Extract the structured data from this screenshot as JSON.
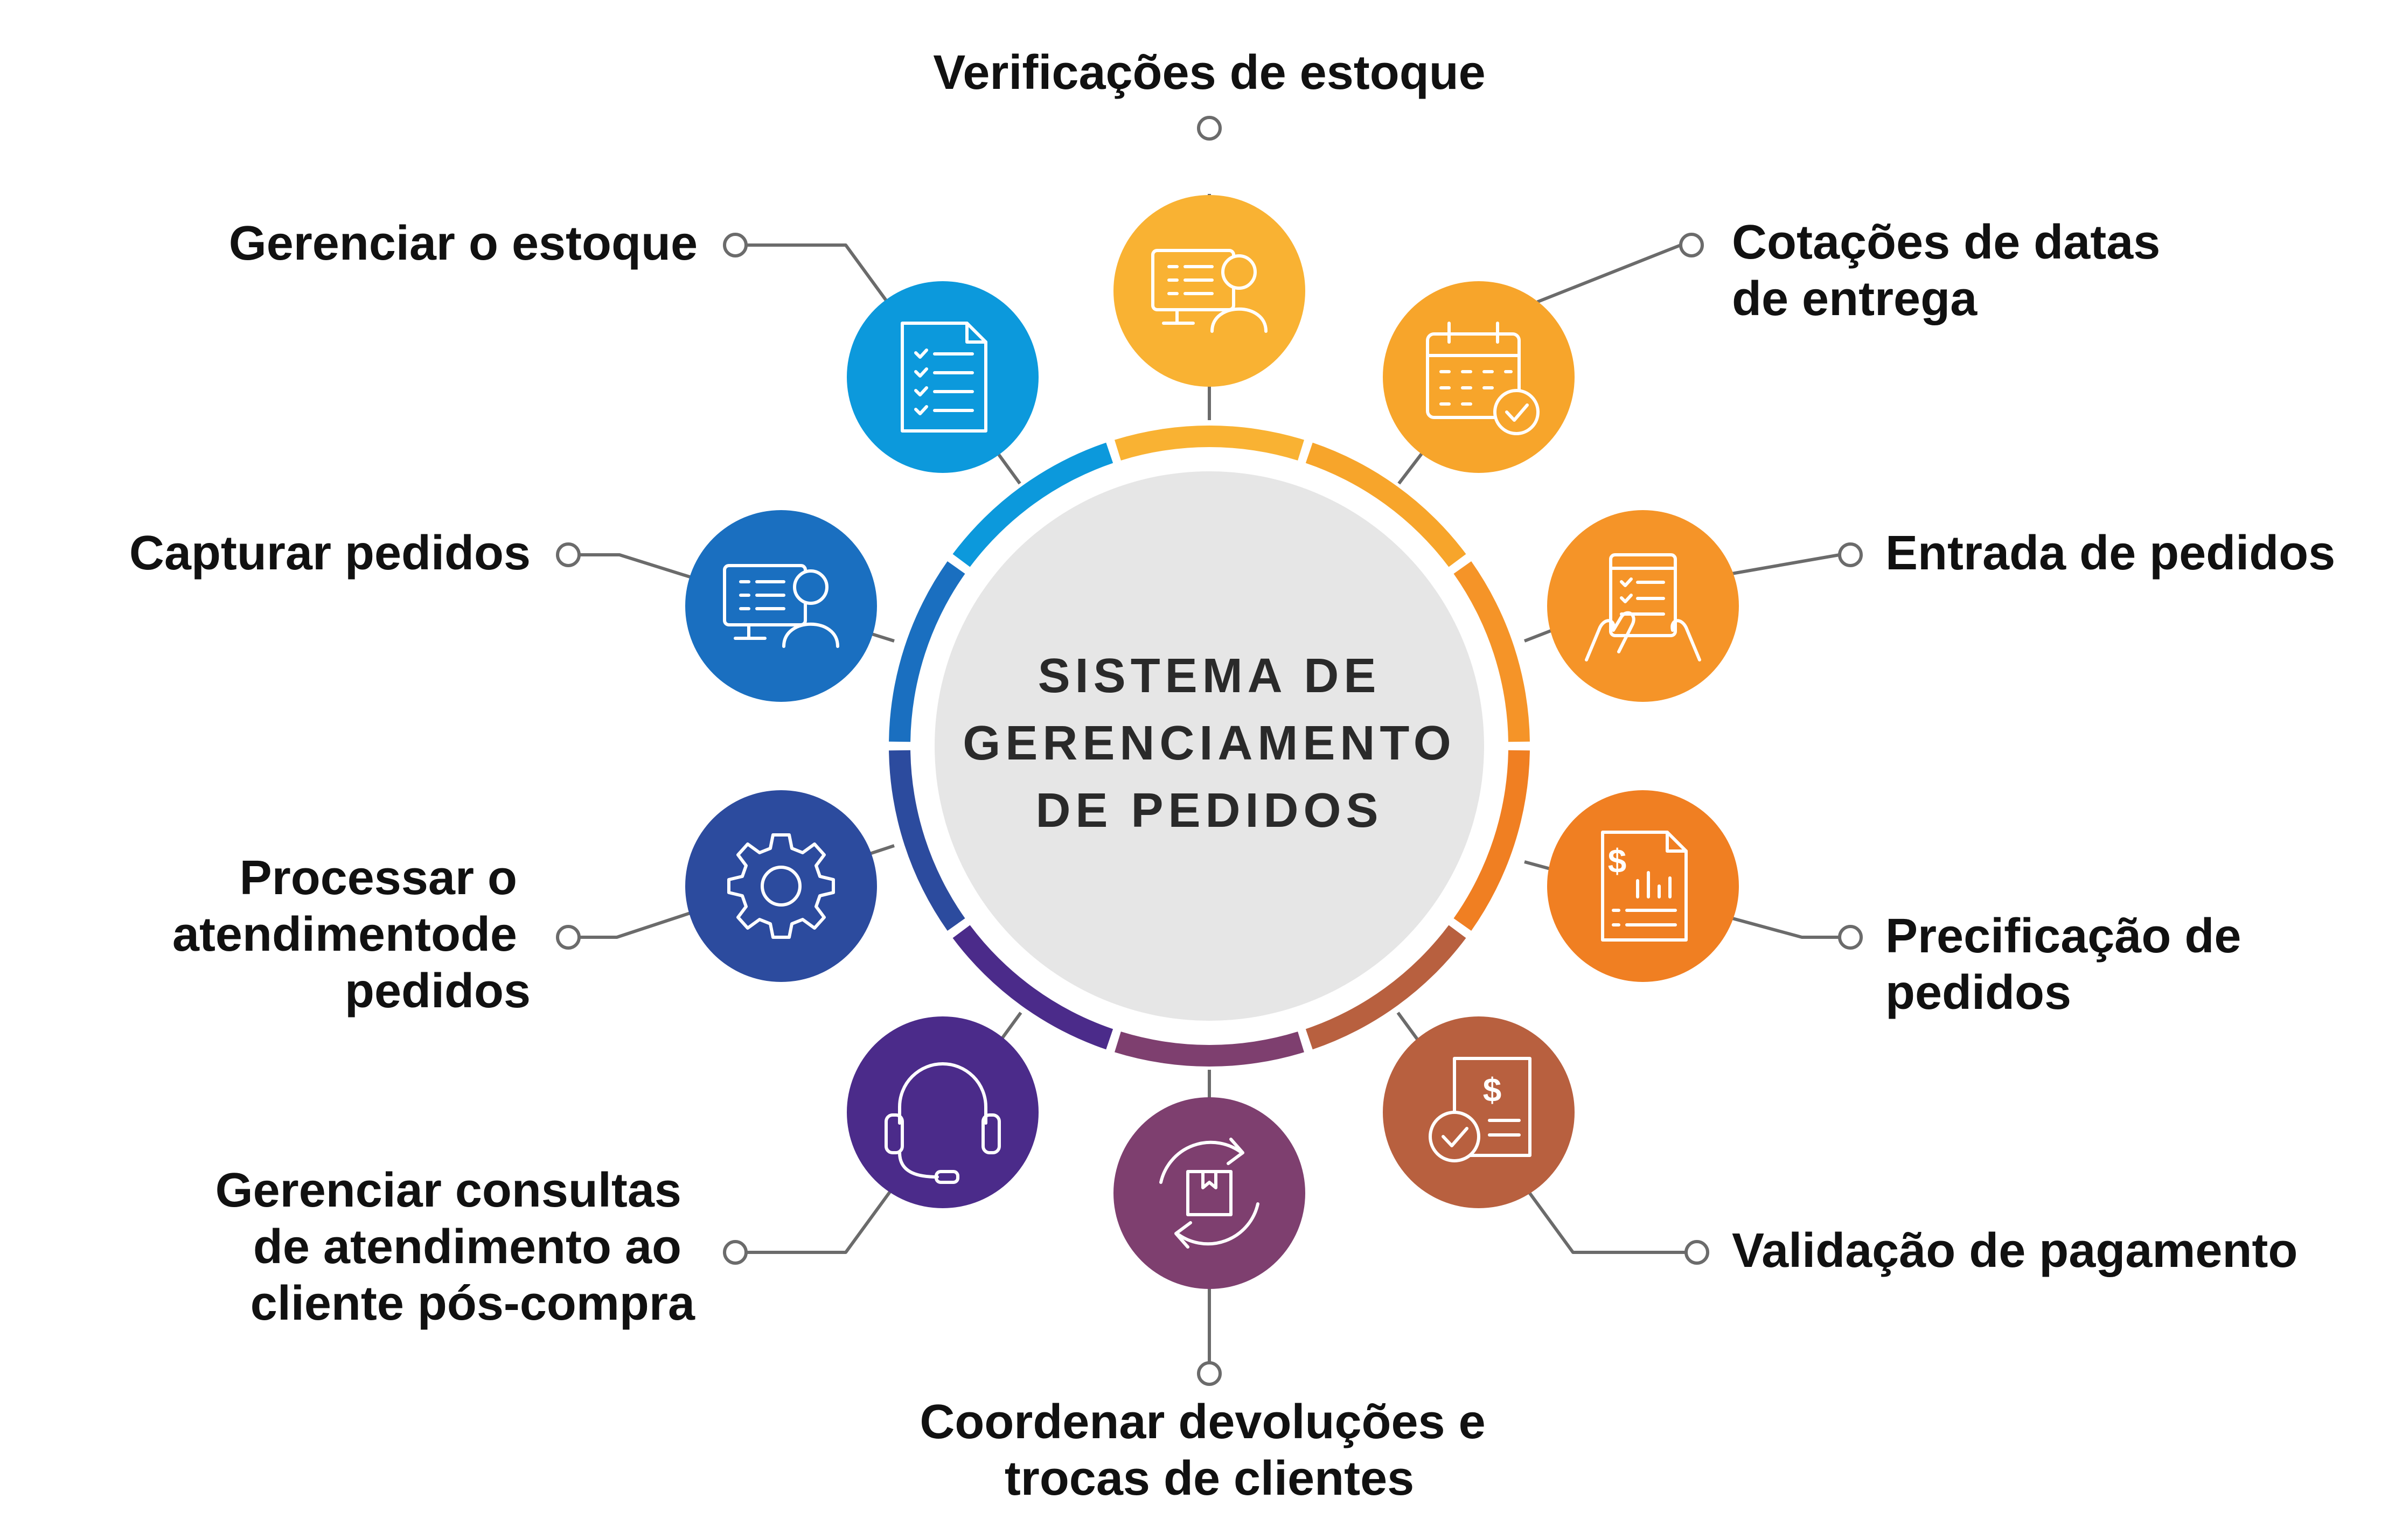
{
  "center": {
    "lines": [
      "SISTEMA DE",
      "GERENCIAMENTO",
      "DE PEDIDOS"
    ]
  },
  "colors": {
    "ring_background": "#ffffff",
    "center_fill": "#e6e6e6",
    "connector": "#6b6b6b",
    "label_text": "#111111",
    "center_text": "#2a2a2a"
  },
  "nodes": [
    {
      "id": "verificacoes-estoque",
      "icon": "monitor-user-icon",
      "color": "#f9b233",
      "label": [
        "Verificações de estoque"
      ]
    },
    {
      "id": "cotacoes-datas-entrega",
      "icon": "calendar-check-icon",
      "color": "#f7a52b",
      "label": [
        "Cotações de datas",
        "de entrega"
      ]
    },
    {
      "id": "entrada-pedidos",
      "icon": "tablet-hands-icon",
      "color": "#f59428",
      "label": [
        "Entrada de pedidos"
      ]
    },
    {
      "id": "precificacao-pedidos",
      "icon": "price-document-icon",
      "color": "#f07f22",
      "label": [
        "Precificação de",
        "pedidos"
      ]
    },
    {
      "id": "validacao-pagamento",
      "icon": "payment-check-icon",
      "color": "#b8603f",
      "label": [
        "Validação de pagamento"
      ]
    },
    {
      "id": "coordenar-devolucoes",
      "icon": "return-box-icon",
      "color": "#7e3f6f",
      "label": [
        "Coordenar devoluções e",
        "trocas de clientes"
      ]
    },
    {
      "id": "gerenciar-consultas",
      "icon": "headset-icon",
      "color": "#4b2b8a",
      "label": [
        "Gerenciar consultas",
        "de atendimento ao",
        "cliente pós-compra"
      ]
    },
    {
      "id": "processar-atendimento",
      "icon": "gear-icon",
      "color": "#2c4b9e",
      "label": [
        "Processar o",
        "atendimentode",
        "pedidos"
      ]
    },
    {
      "id": "capturar-pedidos",
      "icon": "monitor-user-icon",
      "color": "#1a6fc0",
      "label": [
        "Capturar pedidos"
      ]
    },
    {
      "id": "gerenciar-estoque",
      "icon": "checklist-icon",
      "color": "#0c99dc",
      "label": [
        "Gerenciar o estoque"
      ]
    }
  ]
}
